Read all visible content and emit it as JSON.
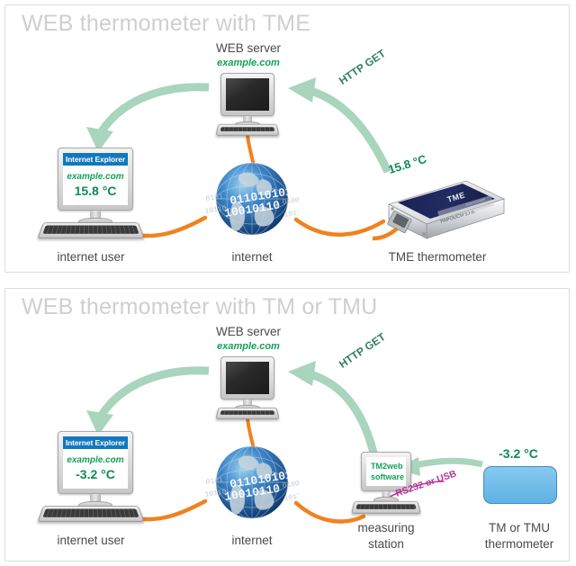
{
  "panels": [
    {
      "title": "WEB thermometer with TME",
      "server": {
        "name": "WEB server",
        "url": "example.com"
      },
      "user": {
        "browser_title": "Internet Explorer",
        "url": "example.com",
        "temperature": "15.8 °C",
        "label": "internet user"
      },
      "internet_label": "internet",
      "http_label": "HTTP GET",
      "device": {
        "label": "TME thermometer",
        "temperature": "15.8 °C",
        "brand": "TME"
      }
    },
    {
      "title": "WEB thermometer with TM or TMU",
      "server": {
        "name": "WEB server",
        "url": "example.com"
      },
      "user": {
        "browser_title": "Internet Explorer",
        "url": "example.com",
        "temperature": "-3.2 °C",
        "label": "internet user"
      },
      "internet_label": "internet",
      "http_label": "HTTP GET",
      "station": {
        "software": "TM2web\nsoftware",
        "software_line1": "TM2web",
        "software_line2": "software",
        "label_line1": "measuring",
        "label_line2": "station"
      },
      "serial_label": "RS232 or USB",
      "device": {
        "label_line1": "TM or TMU",
        "label_line2": "thermometer",
        "temperature": "-3.2 °C"
      }
    }
  ],
  "colors": {
    "title_gray": "#cfcfcf",
    "arrow_green": "#a9d4bd",
    "cable_orange": "#f0821e",
    "serial_magenta": "#b8339a",
    "temp_green": "#0f8a53",
    "ie_blue": "#1278bd",
    "device_blue": "#6cb9e9"
  },
  "icons": {
    "globe": "globe-icon",
    "monitor": "monitor-icon",
    "keyboard": "keyboard-icon",
    "arrow": "curved-arrow-icon"
  }
}
